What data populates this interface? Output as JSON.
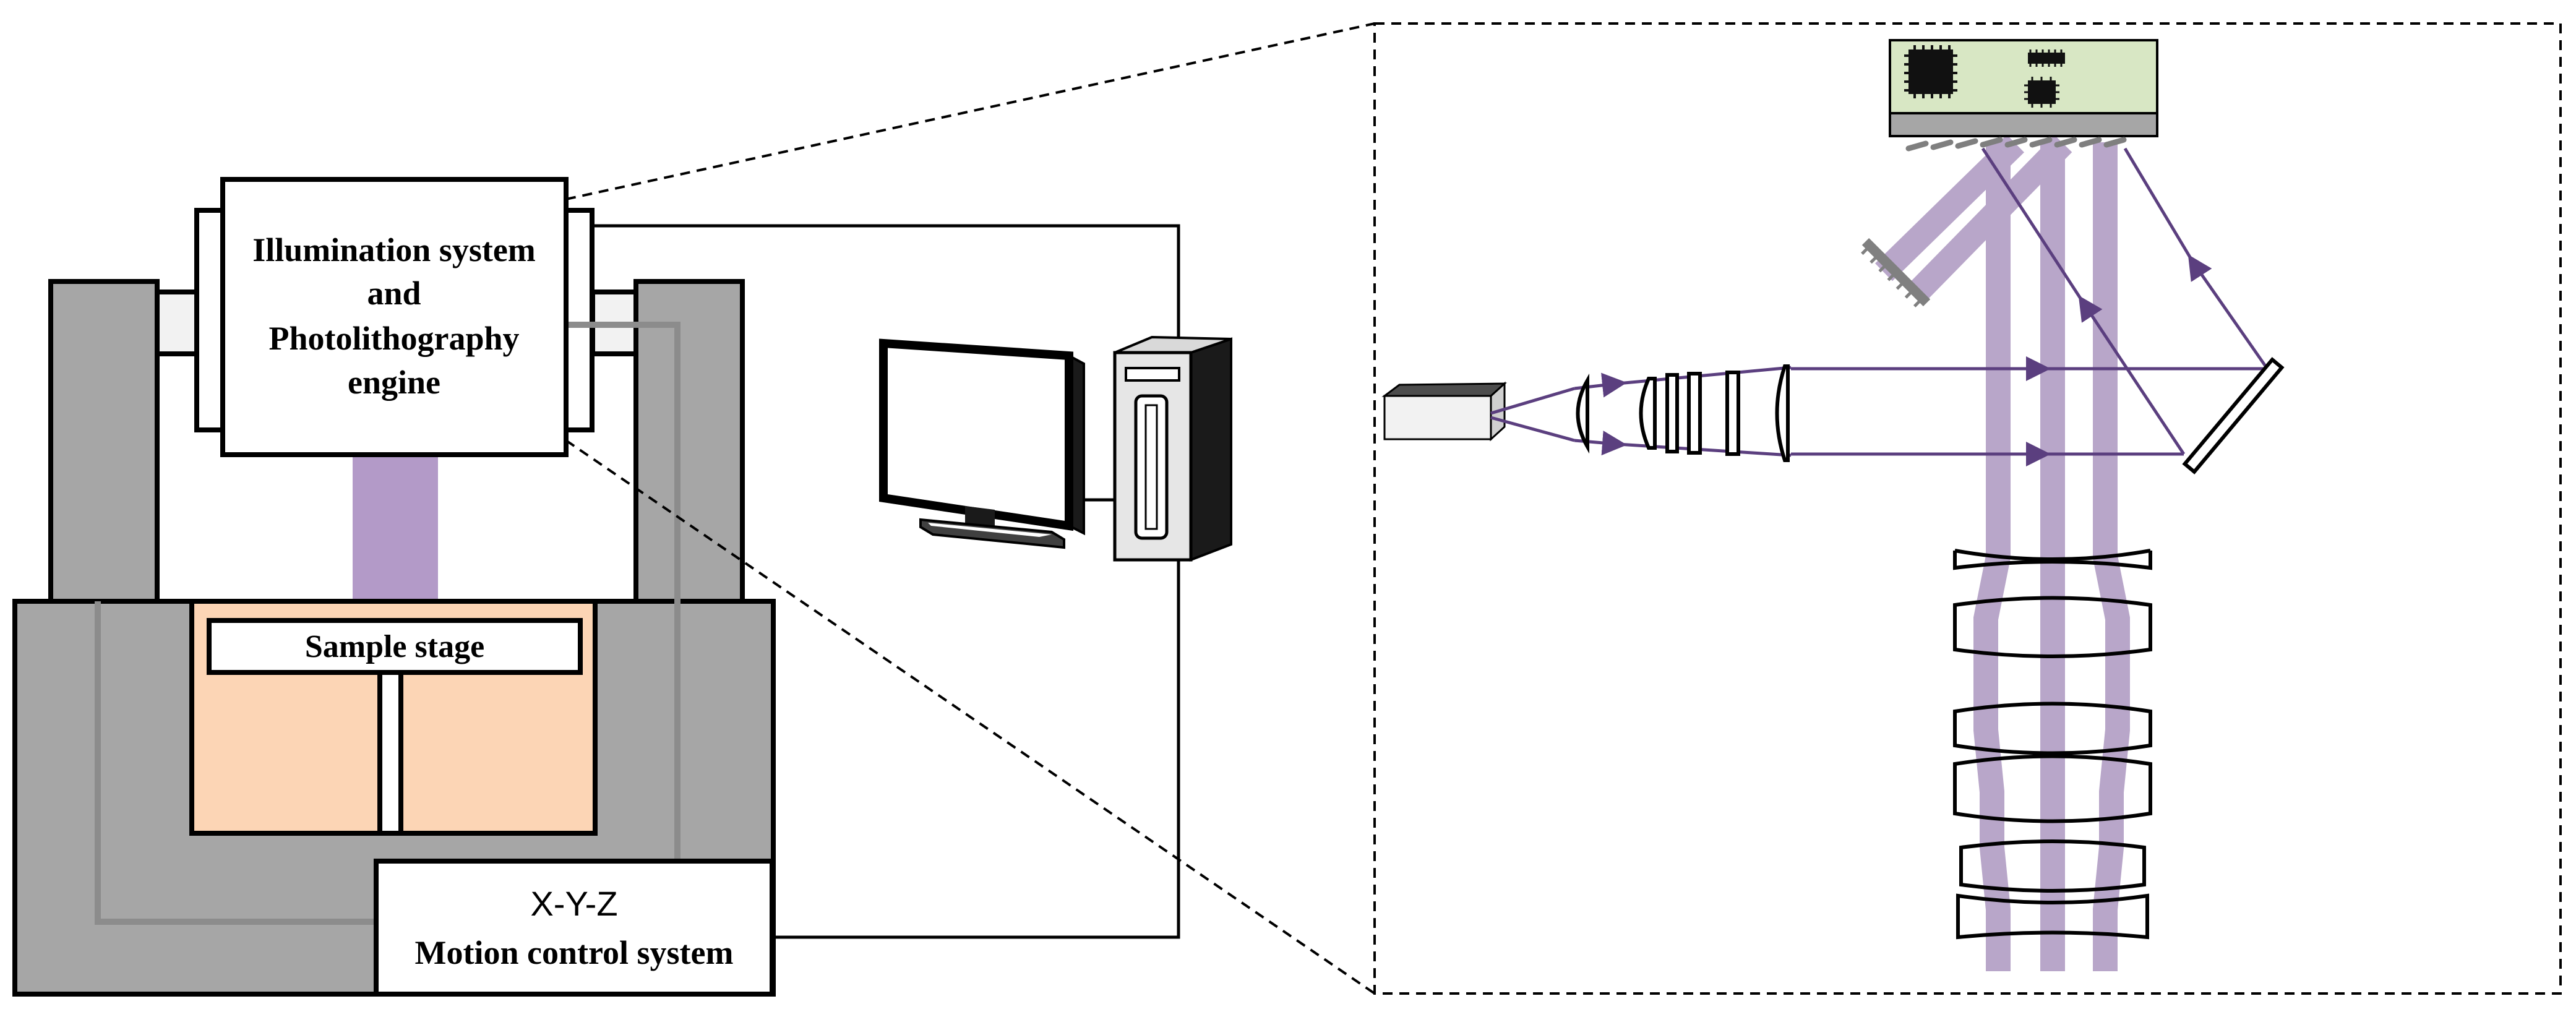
{
  "labels": {
    "illumination_line1": "Illumination system",
    "illumination_line2": "and",
    "illumination_line3": "Photolithography",
    "illumination_line4": "engine",
    "sample_stage": "Sample stage",
    "motion_line1": "X-Y-Z",
    "motion_line2": "Motion control system"
  },
  "colors": {
    "frame_gray": "#a6a6a6",
    "sample_fill": "#fcd5b5",
    "light_purple": "#b39ac8",
    "beam_purple": "#5b3f7f",
    "beam_band": "#b8a6c9",
    "dmd_green": "#d8e7c4",
    "cable_gray": "#8c8c8c"
  }
}
